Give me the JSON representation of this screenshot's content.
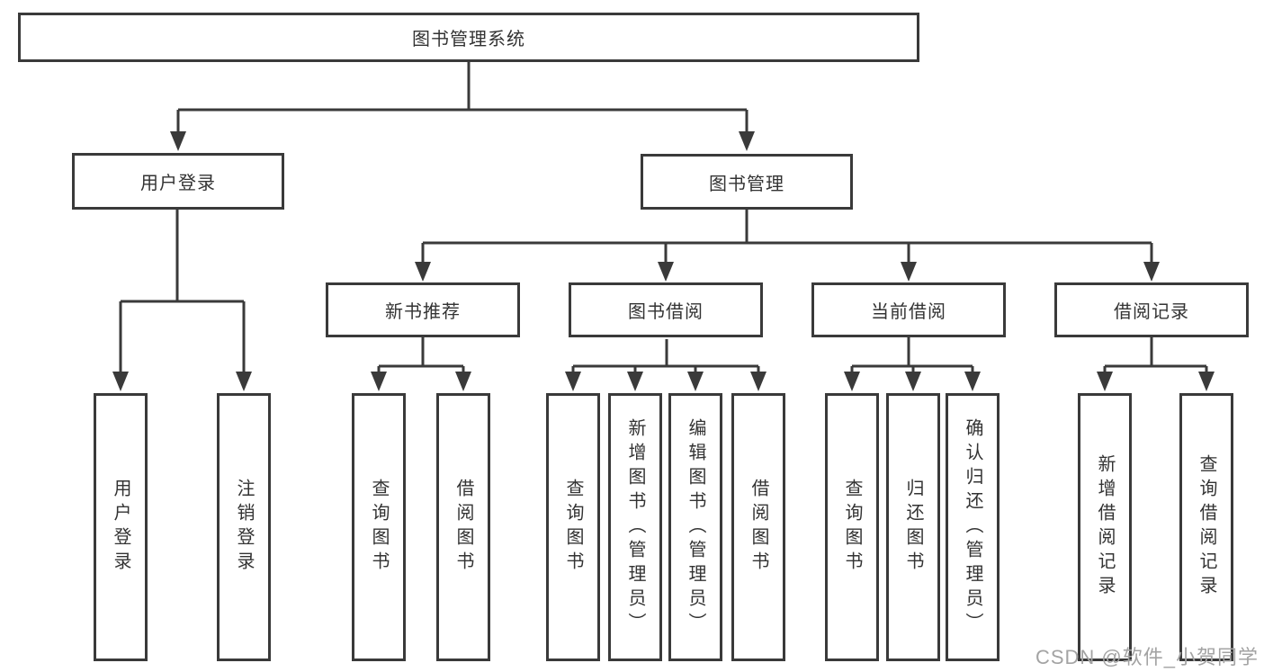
{
  "diagram": {
    "root": {
      "label": "图书管理系统"
    },
    "level2": [
      {
        "label": "用户登录"
      },
      {
        "label": "图书管理"
      }
    ],
    "level3": [
      {
        "label": "新书推荐"
      },
      {
        "label": "图书借阅"
      },
      {
        "label": "当前借阅"
      },
      {
        "label": "借阅记录"
      }
    ],
    "leaves": {
      "user_login": [
        "用户登录",
        "注销登录"
      ],
      "new_books": [
        "查询图书",
        "借阅图书"
      ],
      "book_borrow": [
        "查询图书",
        "新增图书（管理员）",
        "编辑图书（管理员）",
        "借阅图书"
      ],
      "current_borrow": [
        "查询图书",
        "归还图书",
        "确认归还（管理员）"
      ],
      "borrow_records": [
        "新增借阅记录",
        "查询借阅记录"
      ]
    },
    "colors": {
      "line": "#3a3a3a",
      "text": "#333333",
      "watermark": "#a3a3a3"
    }
  },
  "watermark": {
    "text": "CSDN @软件_小贺同学"
  }
}
